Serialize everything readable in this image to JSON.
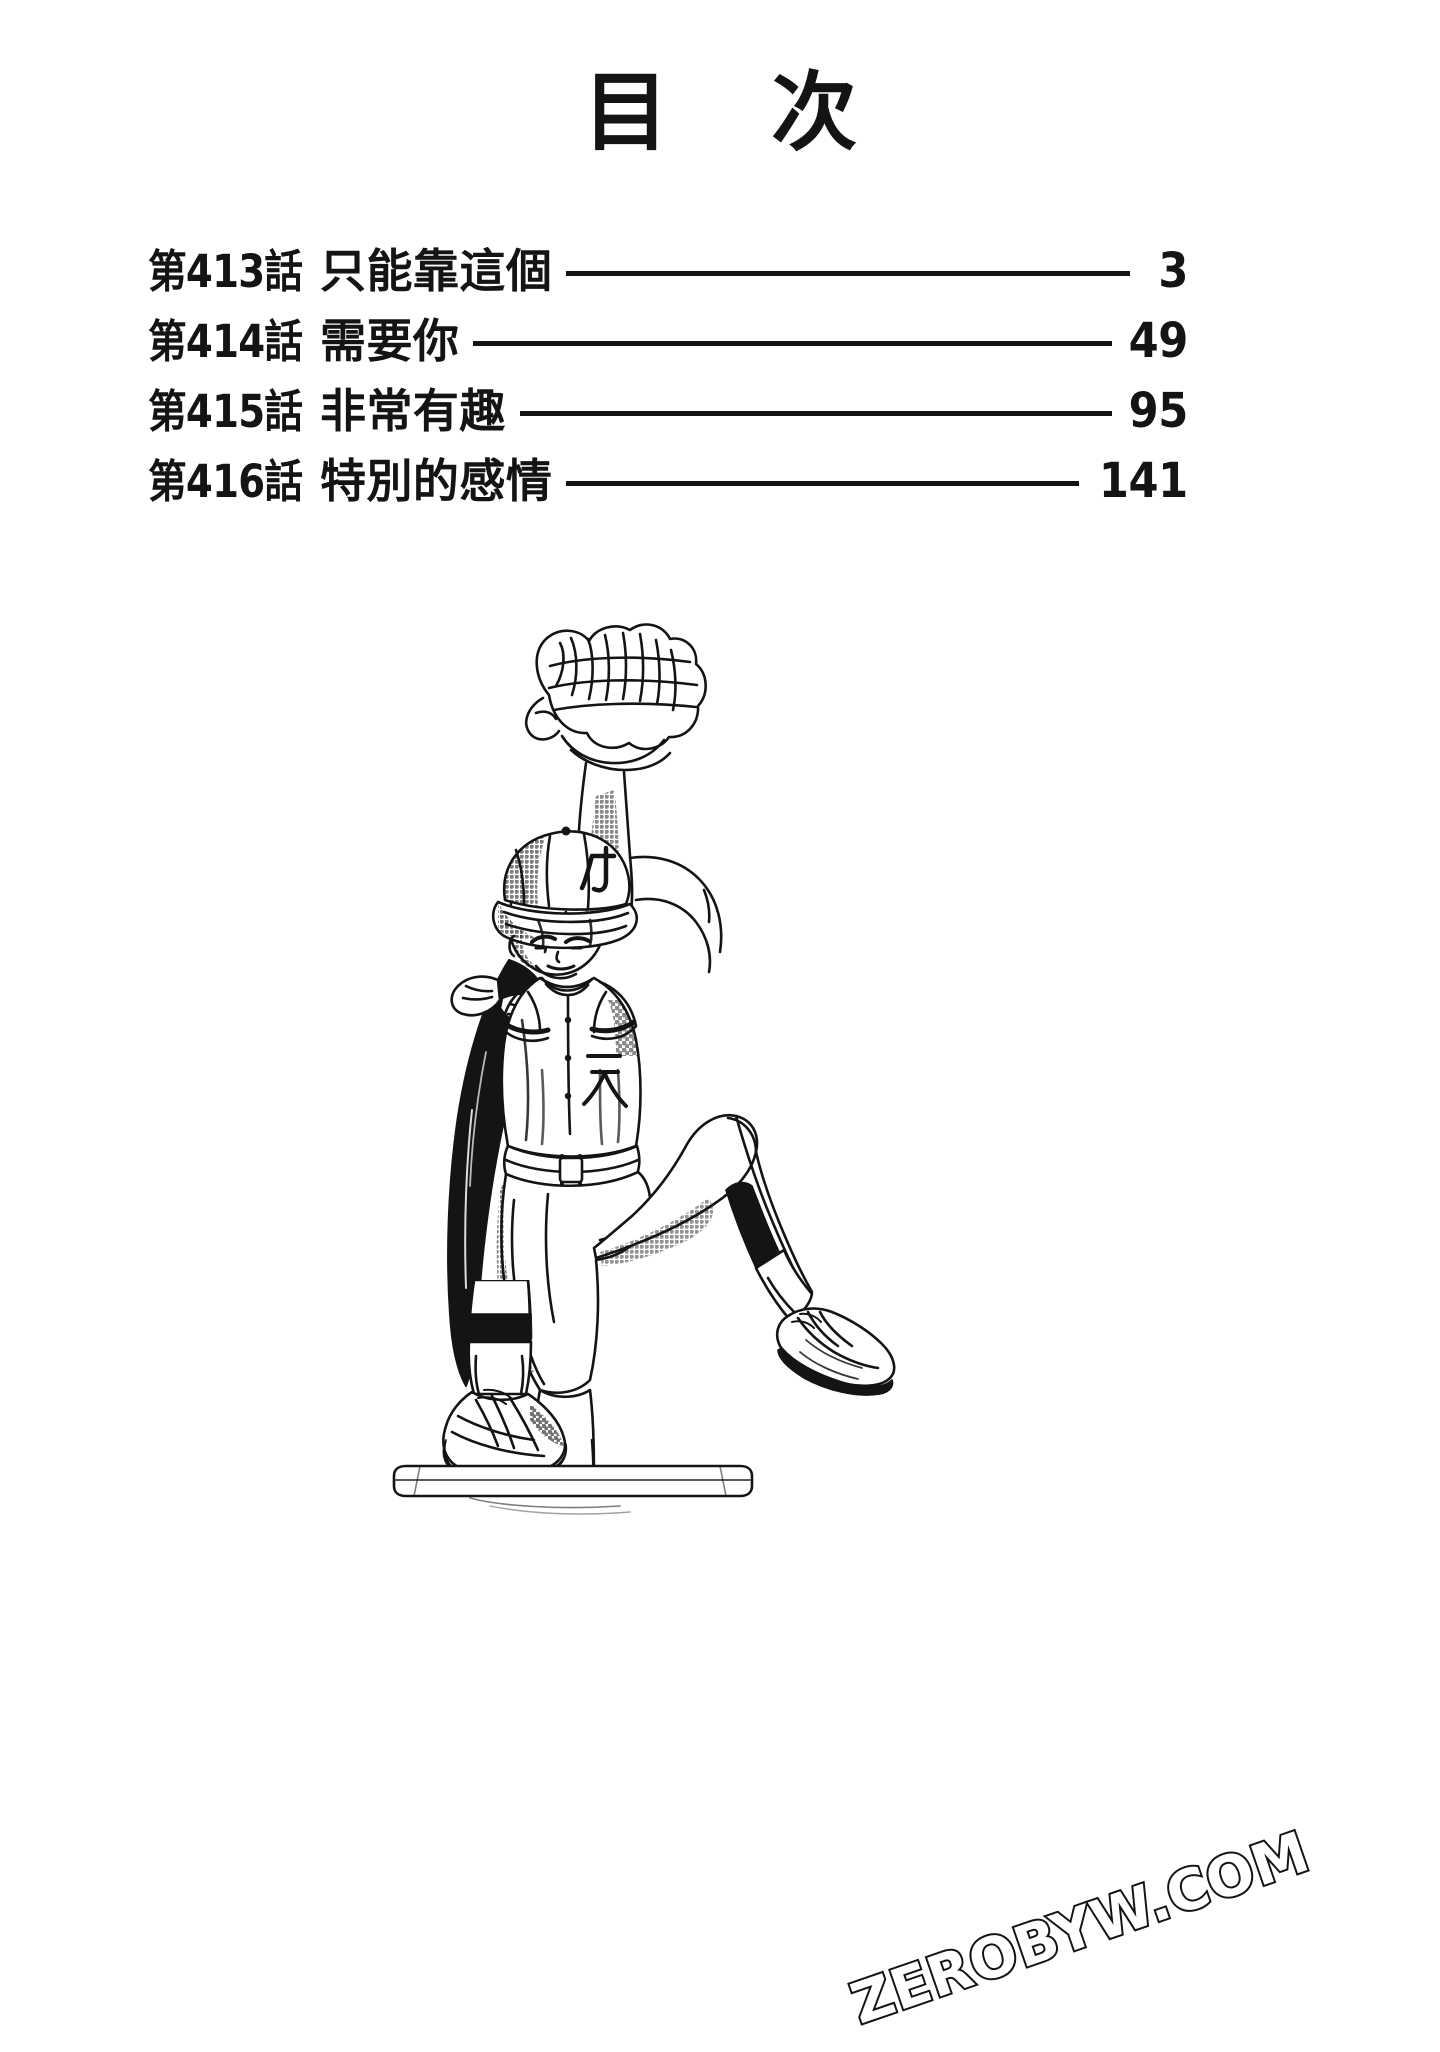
{
  "page": {
    "title": "目 次",
    "background_color": "#ffffff",
    "ink_color": "#141414"
  },
  "toc": {
    "entries": [
      {
        "chapter": "第413話",
        "title": "只能靠這個",
        "page": "3"
      },
      {
        "chapter": "第414話",
        "title": "需要你",
        "page": "49"
      },
      {
        "chapter": "第415話",
        "title": "非常有趣",
        "page": "95"
      },
      {
        "chapter": "第416話",
        "title": "特別的感情",
        "page": "141"
      }
    ]
  },
  "illustration": {
    "name": "baseball-pitcher-windup-illustration",
    "description": "Line-art manga drawing of a female baseball pitcher in her windup, glove raised overhead, left knee lifted high, standing on the pitching rubber",
    "cap_logo": "力",
    "jersey_mark": "天"
  },
  "watermark": {
    "text": "ZEROBYW.COM"
  }
}
